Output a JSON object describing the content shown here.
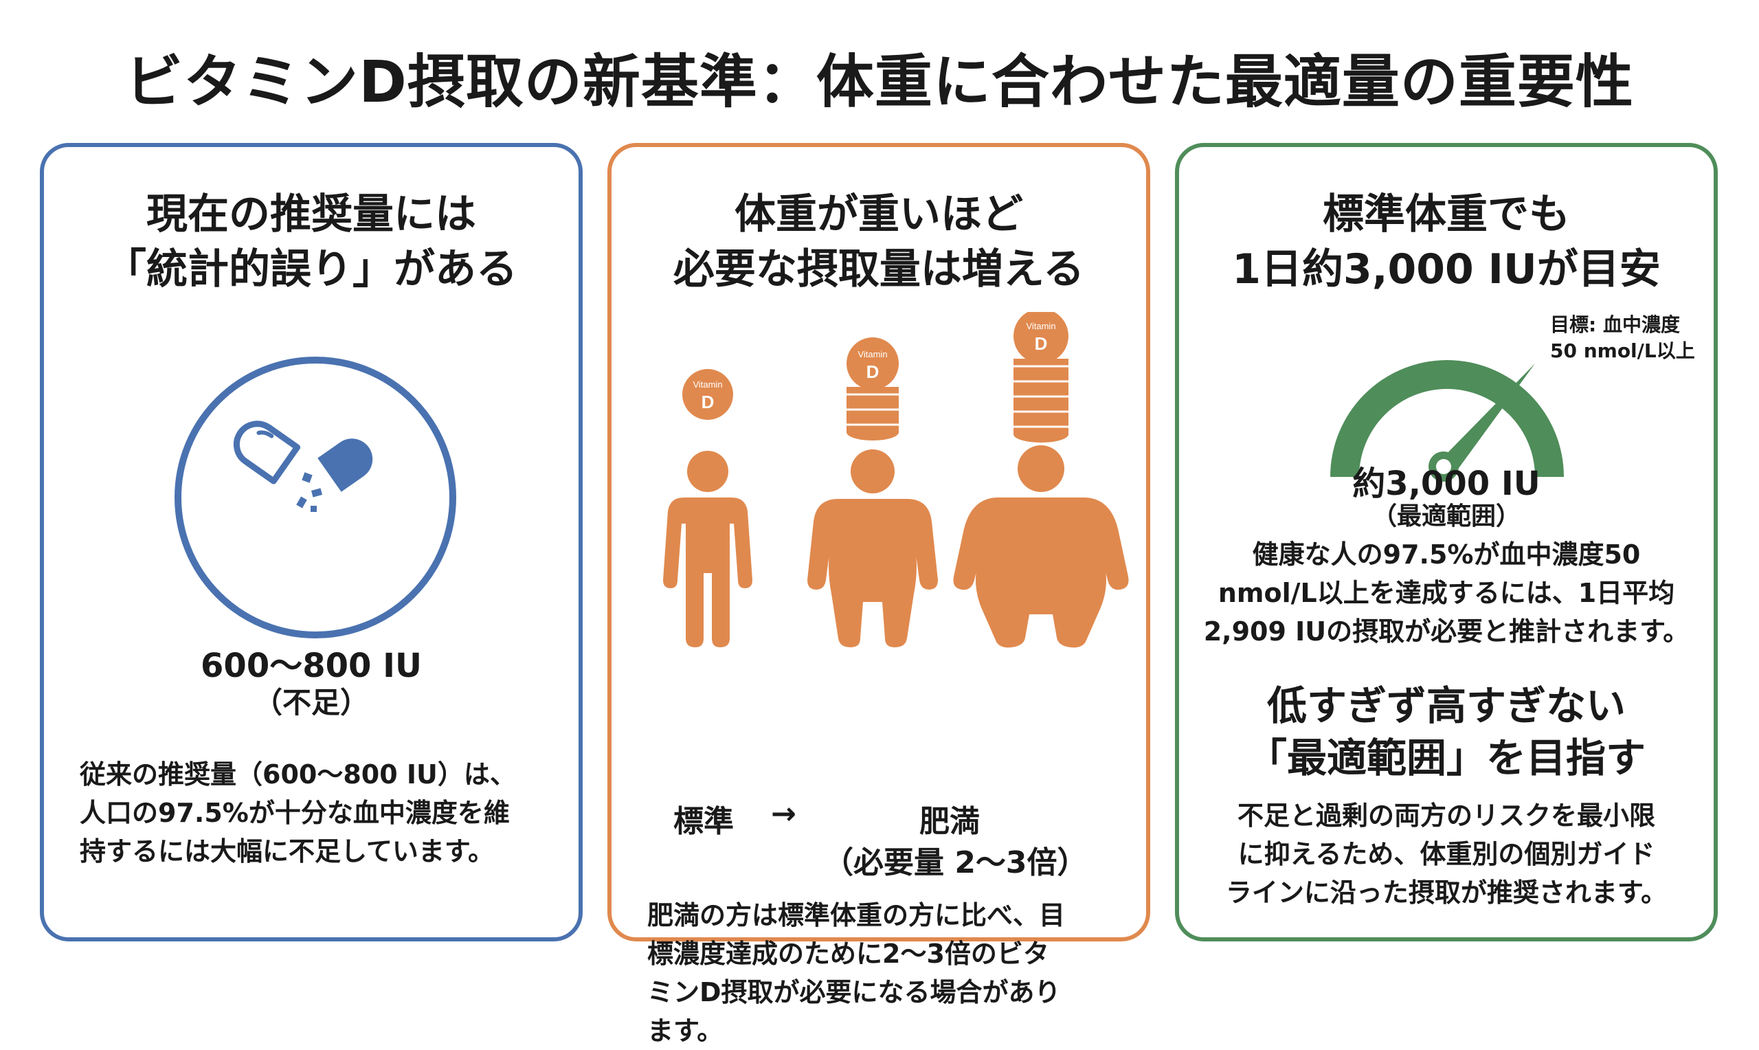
{
  "title": "ビタミンD摂取の新基準：体重に合わせた最適量の重要性",
  "colors": {
    "blue": "#4a72b0",
    "orange": "#e0894e",
    "green": "#4f8d5a"
  },
  "panel1": {
    "title_lines": [
      "現在の推奨量には",
      "「統計的誤り」がある"
    ],
    "icon": "broken-capsule-icon",
    "amount": "600〜800 IU",
    "amount_note": "（不足）",
    "body_lines": [
      "従来の推奨量（600〜800 IU）は、",
      "人口の97.5%が十分な血中濃度を維",
      "持するには大幅に不足しています。"
    ]
  },
  "panel2": {
    "title_lines": [
      "体重が重いほど",
      "必要な摂取量は増える"
    ],
    "coin_label_top": "Vitamin",
    "coin_label_main": "D",
    "figures": [
      {
        "name": "standard-figure-icon",
        "coin_stack": 1
      },
      {
        "name": "heavier-figure-icon",
        "coin_stack": 4
      },
      {
        "name": "obese-figure-icon",
        "coin_stack": 6
      }
    ],
    "label_standard": "標準",
    "arrow": "→",
    "label_obese": "肥満",
    "label_obese_note": "（必要量 2〜3倍）",
    "body_lines": [
      "肥満の方は標準体重の方に比べ、目",
      "標濃度達成のために2〜3倍のビタ",
      "ミンD摂取が必要になる場合があり",
      "ます。"
    ]
  },
  "panel3": {
    "title_lines": [
      "標準体重でも",
      "1日約3,000 IUが目安"
    ],
    "gauge_target_lines": [
      "目標: 血中濃度",
      "50 nmol/L以上"
    ],
    "gauge_value": "約3,000 IU",
    "gauge_note": "（最適範囲）",
    "body_lines": [
      "健康な人の97.5%が血中濃度50",
      "nmol/L以上を達成するには、1日平均",
      "2,909 IUの摂取が必要と推計されます。"
    ],
    "subtitle_lines": [
      "低すぎず高すぎない",
      "「最適範囲」を目指す"
    ],
    "body2_lines": [
      "不足と過剰の両方のリスクを最小限",
      "に抑えるため、体重別の個別ガイド",
      "ラインに沿った摂取が推奨されます。"
    ]
  }
}
